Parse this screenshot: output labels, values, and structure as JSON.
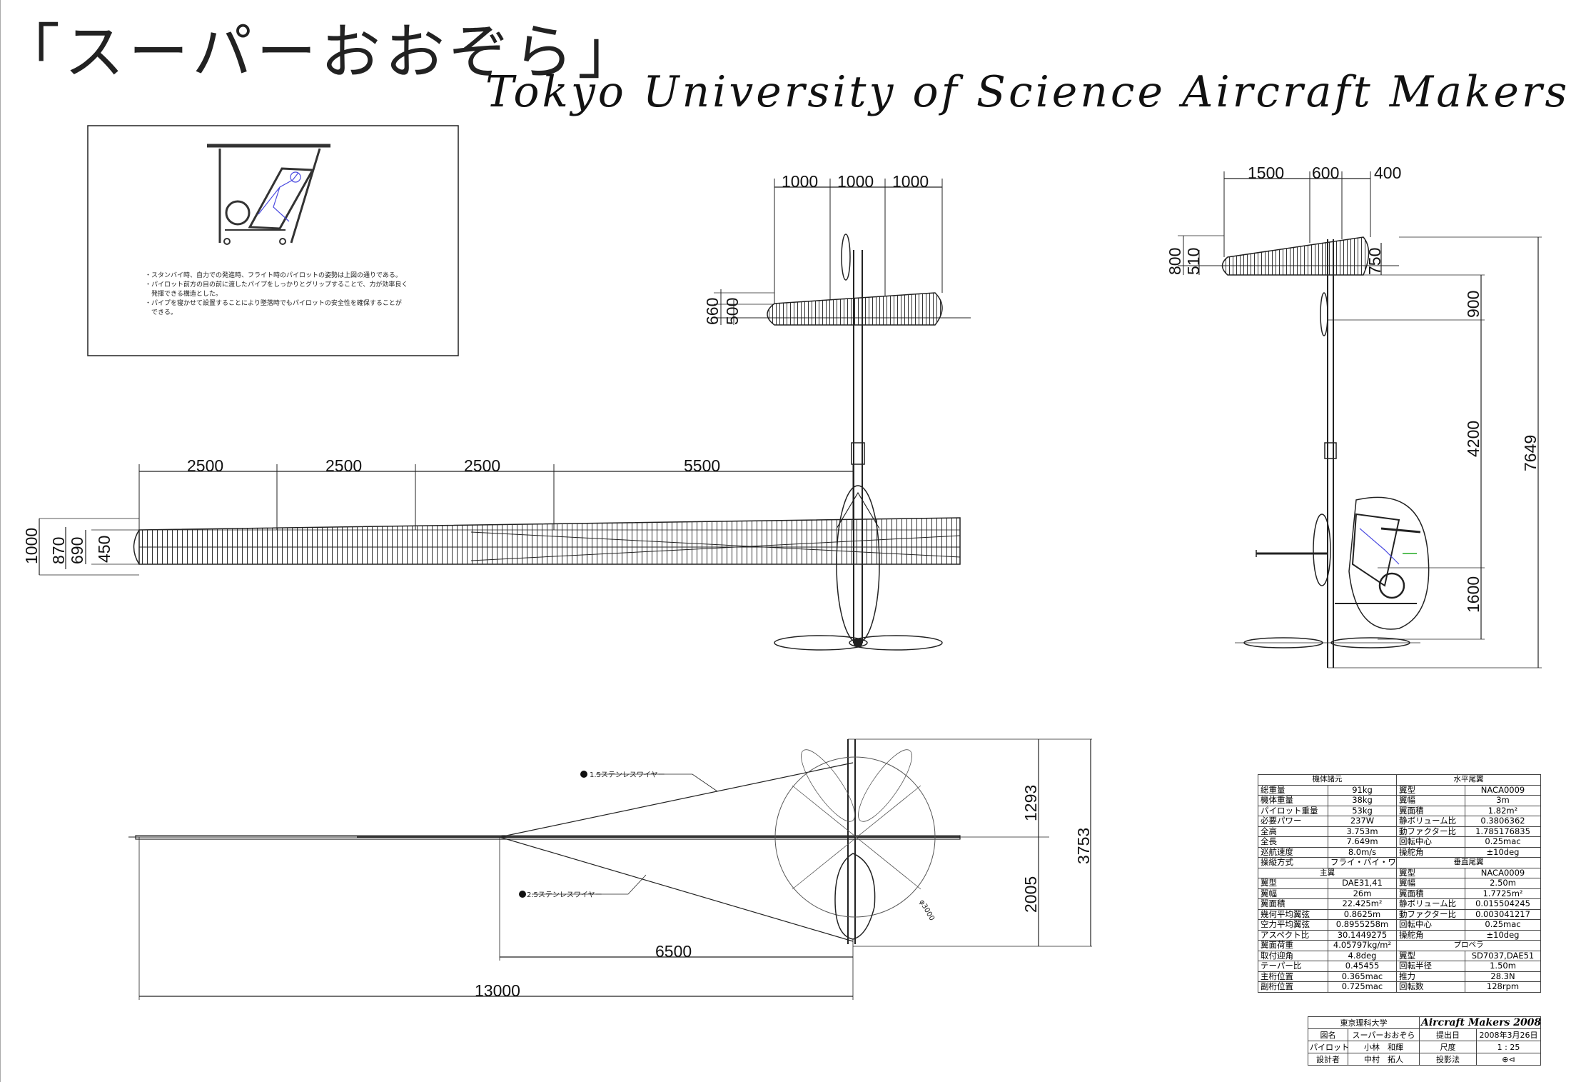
{
  "title_jp": "「スーパーおおぞら」",
  "title_en": "Tokyo University of Science   Aircraft Makers",
  "notes": [
    "・スタンバイ時、自力での発進時、フライト時のパイロットの姿勢は上図の通りである。",
    "・パイロット前方の目の前に渡したパイプをしっかりとグリップすることで、力が効率良く",
    "　発揮できる構造とした。",
    "・パイプを寝かせて設置することにより墜落時でもパイロットの安全性を確保することが",
    "　できる。"
  ],
  "front_view": {
    "wing_dims": [
      "2500",
      "2500",
      "2500",
      "5500"
    ],
    "height_dims": [
      "1000",
      "870",
      "690",
      "450"
    ],
    "tail_dims": [
      "1000",
      "1000",
      "1000"
    ],
    "tail_height_dims": [
      "660",
      "500"
    ]
  },
  "side_view": {
    "top_dims": [
      "1500",
      "600",
      "400"
    ],
    "left_dims": [
      "800",
      "510"
    ],
    "right_dims": [
      "750",
      "900",
      "4200",
      "1600"
    ],
    "total_height": "7649"
  },
  "top_view": {
    "wire_upper": "1.5ステンレスワイヤー",
    "wire_lower": "2.5ステンレスワイヤー",
    "dims": [
      "1293",
      "2005",
      "3753",
      "6500",
      "13000"
    ],
    "prop_dia": "φ3000"
  },
  "spec_table": [
    [
      {
        "t": "機体諸元",
        "c": 2,
        "h": true
      },
      {
        "t": "水平尾翼",
        "c": 2,
        "h": true
      }
    ],
    [
      {
        "t": "総重量"
      },
      {
        "t": "91kg",
        "v": true
      },
      {
        "t": "翼型"
      },
      {
        "t": "NACA0009",
        "v": true
      }
    ],
    [
      {
        "t": "機体重量"
      },
      {
        "t": "38kg",
        "v": true
      },
      {
        "t": "翼幅"
      },
      {
        "t": "3m",
        "v": true
      }
    ],
    [
      {
        "t": "パイロット重量"
      },
      {
        "t": "53kg",
        "v": true
      },
      {
        "t": "翼面積"
      },
      {
        "t": "1.82m²",
        "v": true
      }
    ],
    [
      {
        "t": "必要パワー"
      },
      {
        "t": "237W",
        "v": true
      },
      {
        "t": "静ボリューム比"
      },
      {
        "t": "0.3806362",
        "v": true
      }
    ],
    [
      {
        "t": "全高"
      },
      {
        "t": "3.753m",
        "v": true
      },
      {
        "t": "動ファクター比"
      },
      {
        "t": "1.785176835",
        "v": true
      }
    ],
    [
      {
        "t": "全長"
      },
      {
        "t": "7.649m",
        "v": true
      },
      {
        "t": "回転中心"
      },
      {
        "t": "0.25mac",
        "v": true
      }
    ],
    [
      {
        "t": "巡航速度"
      },
      {
        "t": "8.0m/s",
        "v": true
      },
      {
        "t": "操舵角"
      },
      {
        "t": "±10deg",
        "v": true
      }
    ],
    [
      {
        "t": "操縦方式"
      },
      {
        "t": "フライ・バイ・ワイヤ",
        "v": true
      },
      {
        "t": "垂直尾翼",
        "c": 2,
        "h": true
      }
    ],
    [
      {
        "t": "主翼",
        "c": 2,
        "h": true
      },
      {
        "t": "翼型"
      },
      {
        "t": "NACA0009",
        "v": true
      }
    ],
    [
      {
        "t": "翼型"
      },
      {
        "t": "DAE31,41",
        "v": true
      },
      {
        "t": "翼幅"
      },
      {
        "t": "2.50m",
        "v": true
      }
    ],
    [
      {
        "t": "翼幅"
      },
      {
        "t": "26m",
        "v": true
      },
      {
        "t": "翼面積"
      },
      {
        "t": "1.7725m²",
        "v": true
      }
    ],
    [
      {
        "t": "翼面積"
      },
      {
        "t": "22.425m²",
        "v": true
      },
      {
        "t": "静ボリューム比"
      },
      {
        "t": "0.015504245",
        "v": true
      }
    ],
    [
      {
        "t": "幾何平均翼弦"
      },
      {
        "t": "0.8625m",
        "v": true
      },
      {
        "t": "動ファクター比"
      },
      {
        "t": "0.003041217",
        "v": true
      }
    ],
    [
      {
        "t": "空力平均翼弦"
      },
      {
        "t": "0.8955258m",
        "v": true
      },
      {
        "t": "回転中心"
      },
      {
        "t": "0.25mac",
        "v": true
      }
    ],
    [
      {
        "t": "アスペクト比"
      },
      {
        "t": "30.1449275",
        "v": true
      },
      {
        "t": "操舵角"
      },
      {
        "t": "±10deg",
        "v": true
      }
    ],
    [
      {
        "t": "翼面荷重"
      },
      {
        "t": "4.05797kg/m²",
        "v": true
      },
      {
        "t": "プロペラ",
        "c": 2,
        "h": true
      }
    ],
    [
      {
        "t": "取付迎角"
      },
      {
        "t": "4.8deg",
        "v": true
      },
      {
        "t": "翼型"
      },
      {
        "t": "SD7037,DAE51",
        "v": true
      }
    ],
    [
      {
        "t": "テーパー比"
      },
      {
        "t": "0.45455",
        "v": true
      },
      {
        "t": "回転半径"
      },
      {
        "t": "1.50m",
        "v": true
      }
    ],
    [
      {
        "t": "主桁位置"
      },
      {
        "t": "0.365mac",
        "v": true
      },
      {
        "t": "推力"
      },
      {
        "t": "28.3N",
        "v": true
      }
    ],
    [
      {
        "t": "副桁位置"
      },
      {
        "t": "0.725mac",
        "v": true
      },
      {
        "t": "回転数"
      },
      {
        "t": "128rpm",
        "v": true
      }
    ]
  ],
  "title_block": {
    "school": "東京理科大学",
    "brand": "Aircraft Makers 2008",
    "drawing_name_label": "図名",
    "drawing_name": "スーパーおおぞら",
    "date_label": "提出日",
    "date": "2008年3月26日",
    "pilot_label": "パイロット",
    "pilot": "小林　和輝",
    "scale_label": "尺度",
    "scale": "1 : 25",
    "designer_label": "設計者",
    "designer": "中村　拓人",
    "projection_label": "投影法",
    "projection_symbol": "⊕⊲"
  }
}
